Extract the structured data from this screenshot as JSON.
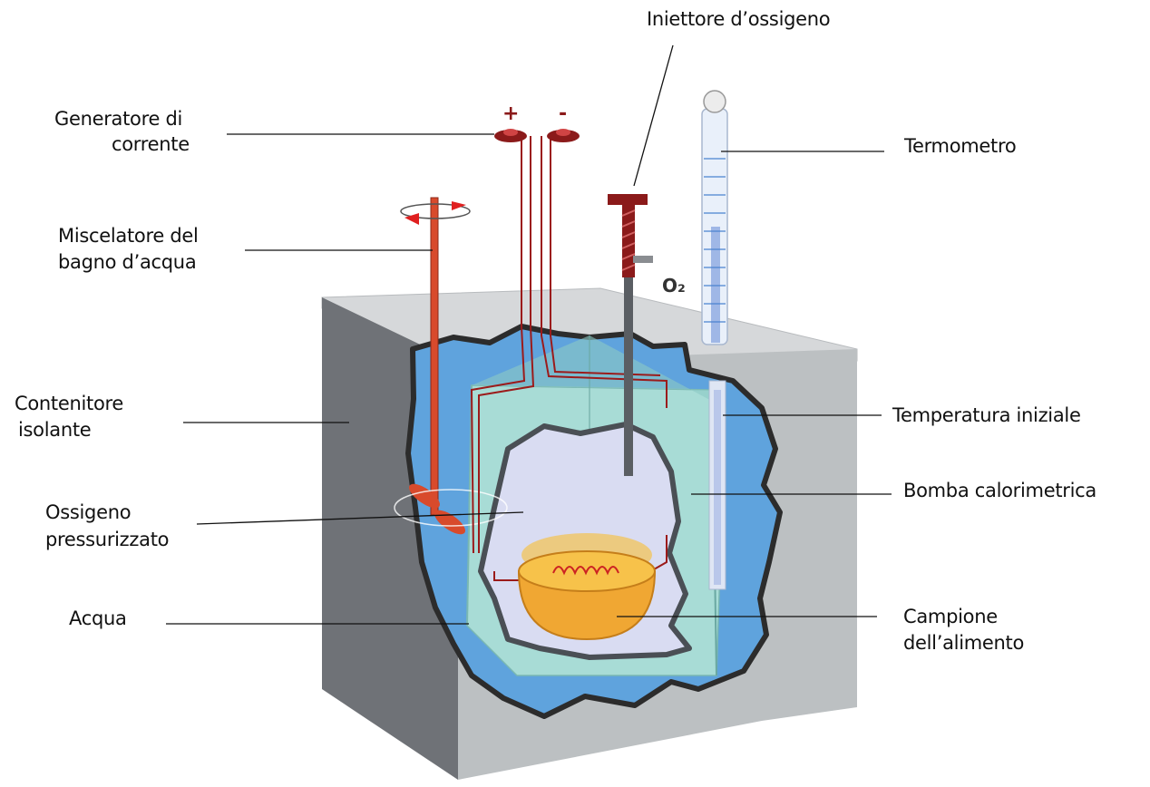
{
  "labels": {
    "oxygen_injector": "Iniettore d’ossigeno",
    "current_generator_1": "Generatore di",
    "current_generator_2": "corrente",
    "thermometer": "Termometro",
    "stirrer_1": "Miscelatore del",
    "stirrer_2": "bagno d’acqua",
    "container_1": "Contenitore",
    "container_2": "isolante",
    "initial_temp": "Temperatura iniziale",
    "bomb": "Bomba calorimetrica",
    "oxygen_1": "Ossigeno",
    "oxygen_2": "pressurizzato",
    "water": "Acqua",
    "sample_1": "Campione",
    "sample_2": "dell’alimento",
    "o2": "O₂",
    "plus": "+",
    "minus": "-"
  },
  "colors": {
    "box_front": "#bcc0c2",
    "box_side": "#6f7277",
    "box_top": "#d6d8da",
    "water": "#5fa3dd",
    "bomb": "#a8dcd6",
    "bomb_side": "#8ccac4",
    "inner": "#d9dcf2",
    "wall": "#4a4f55",
    "wire": "#9b1b1b",
    "stirrer": "#d84a2c",
    "bowl": "#f0a733",
    "thermo_fill": "#9fb7e6"
  }
}
